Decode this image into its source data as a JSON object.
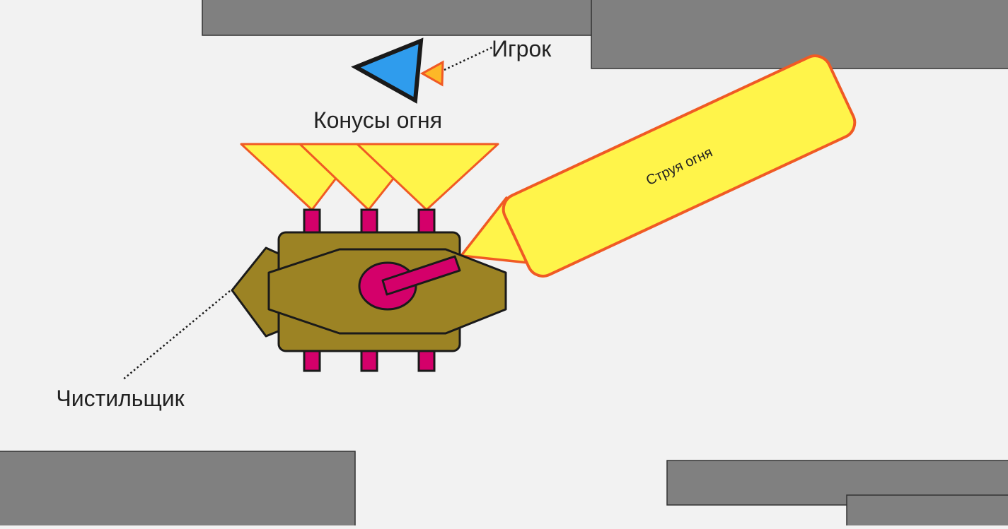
{
  "labels": {
    "player": "Игрок",
    "fire_cones": "Конусы огня",
    "fire_jet": "Струя огня",
    "cleaner": "Чистильщик"
  },
  "colors": {
    "background": "#f2f2f2",
    "wall": "#808080",
    "wall_stroke": "#333333",
    "player": "#2f9ced",
    "fire": "#fff44a",
    "fire_stroke": "#f05a24",
    "tank_body": "#9c8324",
    "tank_accent": "#d4006a",
    "outline": "#1a1a1a",
    "text": "#222222"
  },
  "icons": {
    "player": "triangle-icon",
    "player_pointer": "small-triangle-icon",
    "enemy": "tank-icon"
  }
}
